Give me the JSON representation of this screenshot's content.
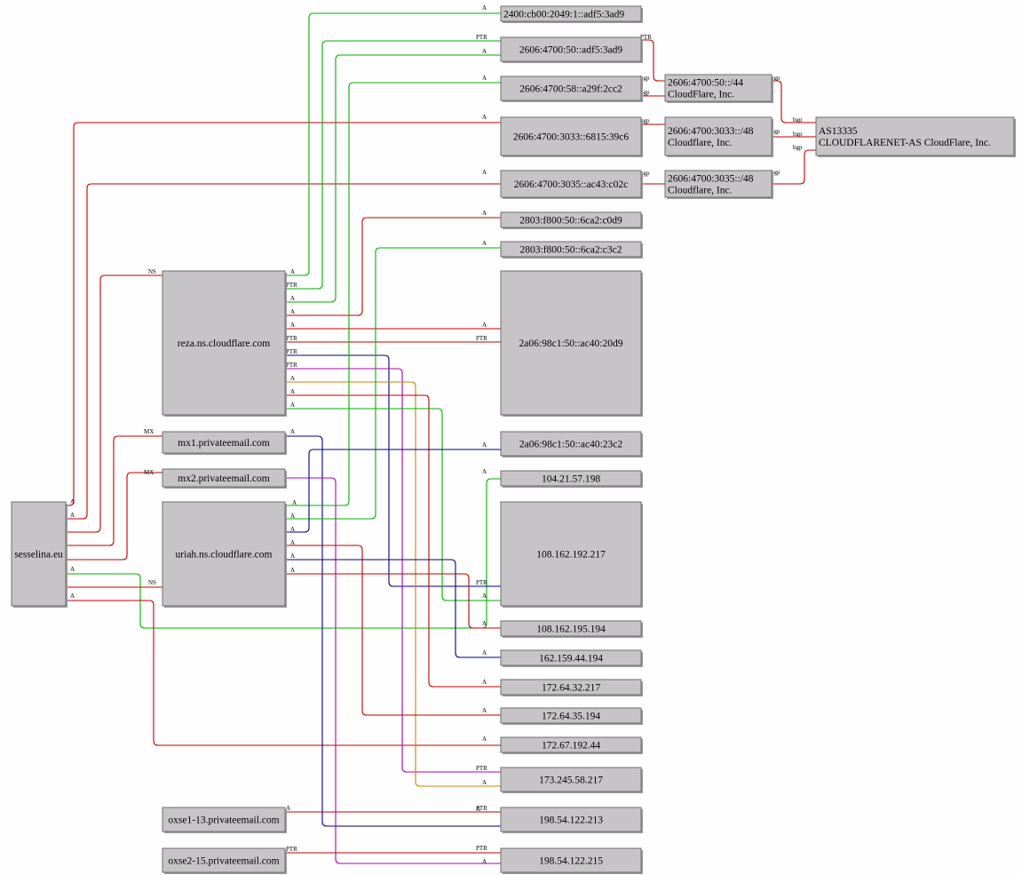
{
  "diagram": {
    "nodes": [
      {
        "id": "sesselina",
        "lines": [
          "sesselina.eu"
        ]
      },
      {
        "id": "reza",
        "lines": [
          "reza.ns.cloudflare.com"
        ]
      },
      {
        "id": "mx1",
        "lines": [
          "mx1.privateemail.com"
        ]
      },
      {
        "id": "mx2",
        "lines": [
          "mx2.privateemail.com"
        ]
      },
      {
        "id": "uriah",
        "lines": [
          "uriah.ns.cloudflare.com"
        ]
      },
      {
        "id": "oxse1",
        "lines": [
          "oxse1-13.privateemail.com"
        ]
      },
      {
        "id": "oxse2",
        "lines": [
          "oxse2-15.privateemail.com"
        ]
      },
      {
        "id": "v6_2400",
        "lines": [
          "2400:cb00:2049:1::adf5:3ad9"
        ]
      },
      {
        "id": "v6_2606_50",
        "lines": [
          "2606:4700:50::adf5:3ad9"
        ]
      },
      {
        "id": "v6_2606_58",
        "lines": [
          "2606:4700:58::a29f:2cc2"
        ]
      },
      {
        "id": "v6_3033",
        "lines": [
          "2606:4700:3033::6815:39c6"
        ]
      },
      {
        "id": "v6_3035",
        "lines": [
          "2606:4700:3035::ac43:c02c"
        ]
      },
      {
        "id": "v6_2803a",
        "lines": [
          "2803:f800:50::6ca2:c0d9"
        ]
      },
      {
        "id": "v6_2803b",
        "lines": [
          "2803:f800:50::6ca2:c3c2"
        ]
      },
      {
        "id": "v6_2a06a",
        "lines": [
          "2a06:98c1:50::ac40:20d9"
        ]
      },
      {
        "id": "v6_2a06b",
        "lines": [
          "2a06:98c1:50::ac40:23c2"
        ]
      },
      {
        "id": "ip_104",
        "lines": [
          "104.21.57.198"
        ]
      },
      {
        "id": "ip_108_217",
        "lines": [
          "108.162.192.217"
        ]
      },
      {
        "id": "ip_108_194",
        "lines": [
          "108.162.195.194"
        ]
      },
      {
        "id": "ip_162",
        "lines": [
          "162.159.44.194"
        ]
      },
      {
        "id": "ip_172_32",
        "lines": [
          "172.64.32.217"
        ]
      },
      {
        "id": "ip_172_35",
        "lines": [
          "172.64.35.194"
        ]
      },
      {
        "id": "ip_172_67",
        "lines": [
          "172.67.192.44"
        ]
      },
      {
        "id": "ip_173",
        "lines": [
          "173.245.58.217"
        ]
      },
      {
        "id": "ip_198_213",
        "lines": [
          "198.54.122.213"
        ]
      },
      {
        "id": "ip_198_215",
        "lines": [
          "198.54.122.215"
        ]
      },
      {
        "id": "pfx_44",
        "lines": [
          "2606:4700:50::/44",
          "CloudFlare, Inc."
        ]
      },
      {
        "id": "pfx_3033",
        "lines": [
          "2606:4700:3033::/48",
          "Cloudflare, Inc."
        ]
      },
      {
        "id": "pfx_3035",
        "lines": [
          "2606:4700:3035::/48",
          "Cloudflare, Inc."
        ]
      },
      {
        "id": "as13335",
        "lines": [
          "AS13335",
          "CLOUDFLARENET-AS CloudFlare, Inc."
        ]
      }
    ],
    "edges": [
      {
        "from": "sesselina",
        "to": "v6_3033",
        "type": "A",
        "color": "#c00000"
      },
      {
        "from": "sesselina",
        "to": "v6_3035",
        "type": "A",
        "color": "#c00000"
      },
      {
        "from": "sesselina",
        "to": "reza",
        "type": "NS",
        "color": "#c00000"
      },
      {
        "from": "sesselina",
        "to": "mx1",
        "type": "MX",
        "color": "#c00000"
      },
      {
        "from": "sesselina",
        "to": "mx2",
        "type": "MX",
        "color": "#c00000"
      },
      {
        "from": "sesselina",
        "to": "ip_104",
        "type": "A",
        "color": "#00b000"
      },
      {
        "from": "sesselina",
        "to": "uriah",
        "type": "NS",
        "color": "#c00000"
      },
      {
        "from": "sesselina",
        "to": "ip_172_67",
        "type": "A",
        "color": "#c00000"
      },
      {
        "from": "reza",
        "to": "v6_2400",
        "type": "A",
        "color": "#00b000"
      },
      {
        "from": "reza",
        "to": "v6_2606_50",
        "type": "PTR",
        "color": "#00b000"
      },
      {
        "from": "reza",
        "to": "v6_2606_50",
        "type": "A",
        "color": "#00b000"
      },
      {
        "from": "reza",
        "to": "v6_2803a",
        "type": "A",
        "color": "#c00000"
      },
      {
        "from": "reza",
        "to": "v6_2a06a",
        "type": "A",
        "color": "#c00000"
      },
      {
        "from": "reza",
        "to": "v6_2a06a",
        "type": "PTR",
        "color": "#c00000"
      },
      {
        "from": "reza",
        "to": "ip_108_217",
        "type": "PTR",
        "color": "#000080"
      },
      {
        "from": "reza",
        "to": "ip_173",
        "type": "PTR",
        "color": "#b000b0"
      },
      {
        "from": "reza",
        "to": "ip_173",
        "type": "A",
        "color": "#d08000"
      },
      {
        "from": "reza",
        "to": "ip_172_32",
        "type": "A",
        "color": "#c00000"
      },
      {
        "from": "reza",
        "to": "ip_108_217",
        "type": "A",
        "color": "#00b000"
      },
      {
        "from": "mx1",
        "to": "ip_198_213",
        "type": "A",
        "color": "#000080"
      },
      {
        "from": "mx2",
        "to": "ip_198_215",
        "type": "A",
        "color": "#b000b0"
      },
      {
        "from": "uriah",
        "to": "v6_2606_58",
        "type": "A",
        "color": "#00b000"
      },
      {
        "from": "uriah",
        "to": "v6_2803b",
        "type": "A",
        "color": "#00b000"
      },
      {
        "from": "uriah",
        "to": "v6_2a06b",
        "type": "A",
        "color": "#000080"
      },
      {
        "from": "uriah",
        "to": "ip_172_35",
        "type": "A",
        "color": "#c00000"
      },
      {
        "from": "uriah",
        "to": "ip_162",
        "type": "A",
        "color": "#000080"
      },
      {
        "from": "uriah",
        "to": "ip_108_194",
        "type": "A",
        "color": "#c00000"
      },
      {
        "from": "oxse1",
        "to": "ip_198_213",
        "type": "PTR",
        "color": "#c00000"
      },
      {
        "from": "oxse2",
        "to": "ip_198_215",
        "type": "PTR",
        "color": "#c00000"
      },
      {
        "from": "v6_2606_50",
        "to": "pfx_44",
        "type": "bgp",
        "color": "#c00000"
      },
      {
        "from": "v6_2606_58",
        "to": "pfx_44",
        "type": "bgp",
        "color": "#c00000"
      },
      {
        "from": "v6_3033",
        "to": "pfx_3033",
        "type": "bgp",
        "color": "#c00000"
      },
      {
        "from": "v6_3035",
        "to": "pfx_3035",
        "type": "bgp",
        "color": "#c00000"
      },
      {
        "from": "pfx_44",
        "to": "as13335",
        "type": "bgp",
        "color": "#c00000"
      },
      {
        "from": "pfx_3033",
        "to": "as13335",
        "type": "bgp",
        "color": "#c00000"
      },
      {
        "from": "pfx_3035",
        "to": "as13335",
        "type": "bgp",
        "color": "#c00000"
      }
    ]
  }
}
